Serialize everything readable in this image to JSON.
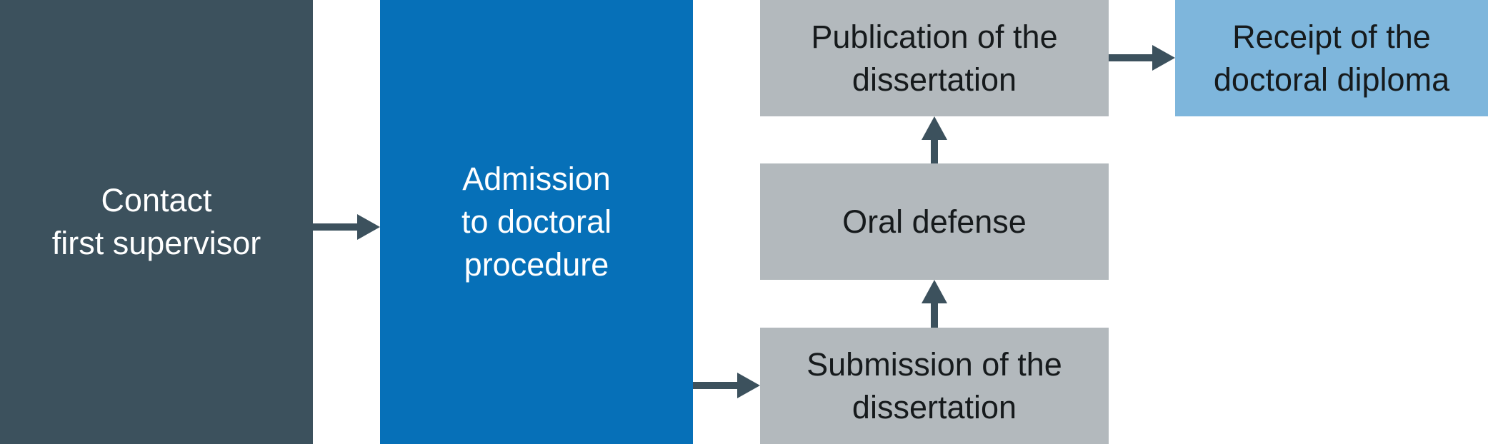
{
  "colors": {
    "dark_box": "#3c515d",
    "blue_box": "#0670b8",
    "grey_box": "#b3b9bd",
    "light_box": "#7eb6dc",
    "arrow": "#3c515d"
  },
  "steps": {
    "contact": {
      "line1": "Contact",
      "line2": "first supervisor"
    },
    "admission": {
      "line1": "Admission",
      "line2": "to doctoral",
      "line3": "procedure"
    },
    "submission": {
      "line1": "Submission of the",
      "line2": "dissertation"
    },
    "oral": {
      "line1": "Oral defense"
    },
    "publication": {
      "line1": "Publication of the",
      "line2": "dissertation"
    },
    "receipt": {
      "line1": "Receipt of the",
      "line2": "doctoral diploma"
    }
  }
}
